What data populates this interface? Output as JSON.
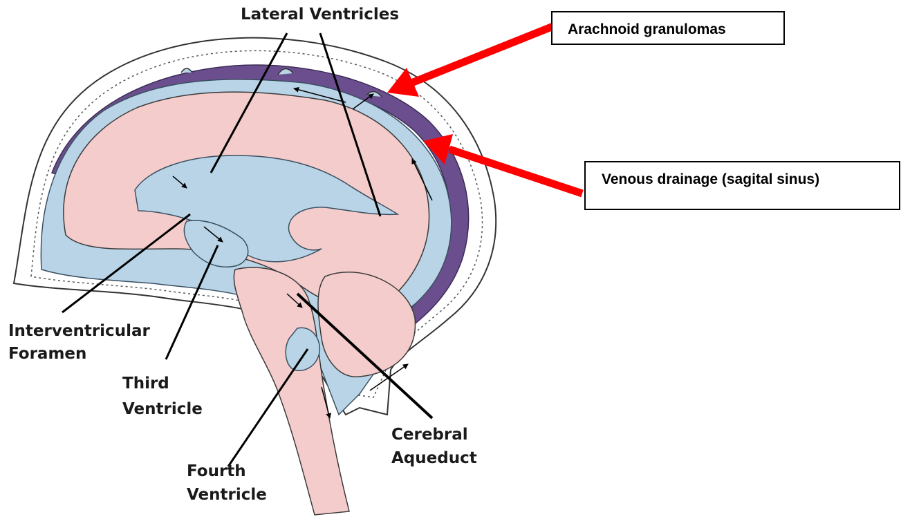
{
  "labels": {
    "lateral_ventricles": "Lateral Ventricles",
    "interventricular_line1": "Interventricular",
    "interventricular_line2": "Foramen",
    "third_line1": "Third",
    "third_line2": "Ventricle",
    "fourth_line1": "Fourth",
    "fourth_line2": "Ventricle",
    "cerebral_line1": "Cerebral",
    "cerebral_line2": "Aqueduct"
  },
  "callouts": {
    "arachnoid": "Arachnoid granulomas",
    "venous": "Venous drainage (sagital sinus)"
  },
  "colors": {
    "brain_tissue": "#f4cccc",
    "csf_space": "#b8d4e6",
    "venous_sinus": "#6b4e8e",
    "skull": "#ffffff",
    "pointer_arrow": "#ff0000",
    "outline": "#2a2a2a"
  }
}
